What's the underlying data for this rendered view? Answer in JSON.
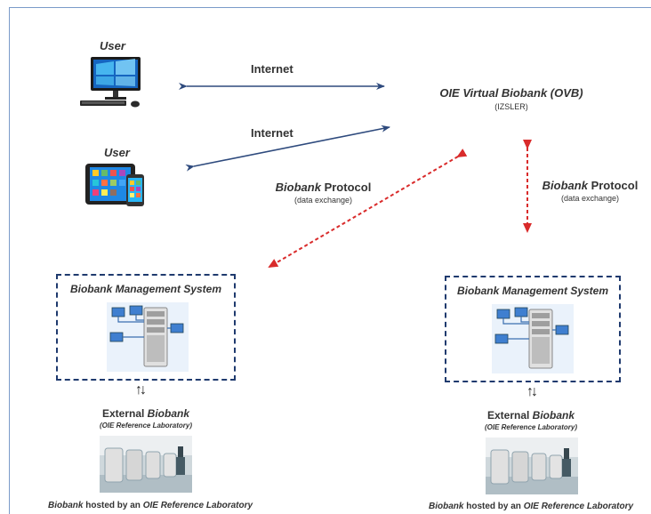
{
  "users": [
    {
      "label": "User",
      "device": "desktop-computer"
    },
    {
      "label": "User",
      "device": "tablet-and-phone"
    }
  ],
  "links": {
    "internet_top": "Internet",
    "internet_bottom": "Internet"
  },
  "ovb": {
    "title": "OIE Virtual Biobank (OVB)",
    "subtitle": "(IZSLER)"
  },
  "protocol_left": {
    "italic": "Biobank",
    "rest": " Protocol",
    "sub": "(data exchange)"
  },
  "protocol_right": {
    "italic": "Biobank",
    "rest": " Protocol",
    "sub": "(data exchange)"
  },
  "left_node": {
    "bms_title": "Biobank Management System",
    "ext_prefix": "External ",
    "ext_italic": "Biobank",
    "ref": "(OIE Reference Laboratory)",
    "hosted_italic": "Biobank",
    "hosted_mid": " hosted by an ",
    "hosted_italic2": "OIE Reference Laboratory"
  },
  "right_node": {
    "bms_title": "Biobank Management System",
    "ext_prefix": "External ",
    "ext_italic": "Biobank",
    "ref": "(OIE Reference Laboratory)",
    "hosted_italic": "Biobank",
    "hosted_mid": " hosted by an ",
    "hosted_italic2": "OIE Reference Laboratory"
  },
  "colors": {
    "internet_arrow": "#2e4a7d",
    "protocol_arrow": "#d92b2b",
    "box_border": "#1f3a6e"
  }
}
